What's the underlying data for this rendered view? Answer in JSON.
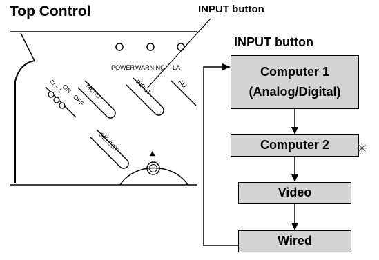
{
  "header": {
    "top_control_title": "Top Control",
    "input_callout_label": "INPUT button",
    "input_sequence_title": "INPUT button"
  },
  "control_panel": {
    "indicator_labels": [
      "POWER",
      "WARNING",
      "LA"
    ],
    "buttons": [
      {
        "name": "on-off",
        "label": "ON - OFF",
        "symbol": "⏻ – I"
      },
      {
        "name": "menu",
        "label": "MENU"
      },
      {
        "name": "input",
        "label": "INPUT"
      },
      {
        "name": "auto",
        "label": "AU"
      },
      {
        "name": "select",
        "label": "SELECT"
      }
    ],
    "up_arrow": "▲"
  },
  "sequence": {
    "steps": [
      {
        "line1": "Computer 1",
        "line2": "(Analog/Digital)"
      },
      {
        "line1": "Computer 2"
      },
      {
        "line1": "Video"
      },
      {
        "line1": "Wired"
      }
    ],
    "note_mark": "✳"
  },
  "colors": {
    "box_fill": "#d4d4d4",
    "line": "#000000"
  }
}
